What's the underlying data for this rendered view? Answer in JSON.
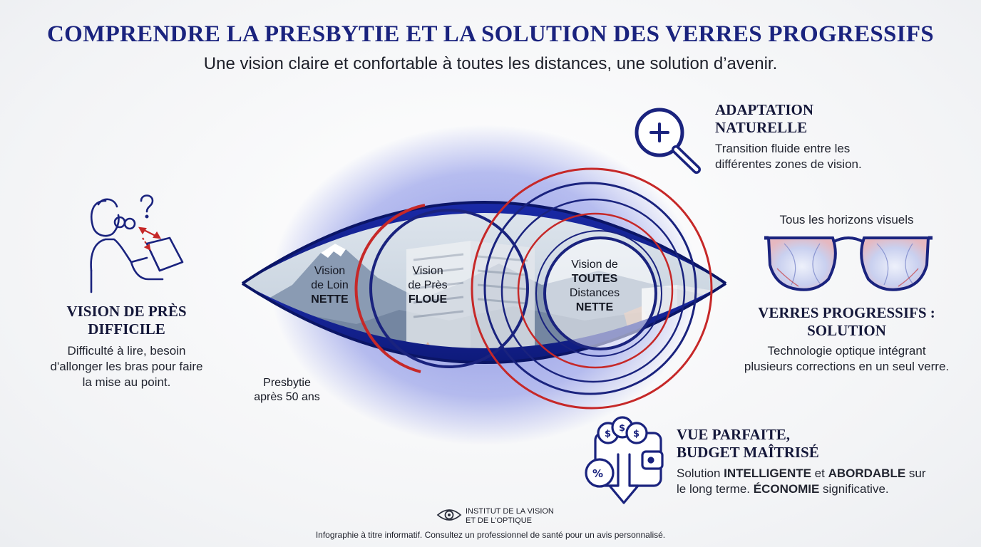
{
  "header": {
    "title": "COMPRENDRE LA PRESBYTIE ET LA SOLUTION DES VERRES PROGRESSIFS",
    "subtitle": "Une vision claire et confortable à toutes les distances, une solution d’avenir."
  },
  "left_panel": {
    "icon": "reading-person-icon",
    "heading_line1": "VISION DE PRÈS",
    "heading_line2": "DIFFICILE",
    "body_line1": "Difficulté à lire, besoin",
    "body_line2": "d'allonger les bras pour faire",
    "body_line3": "la mise au point."
  },
  "eye": {
    "far_line1": "Vision",
    "far_line2": "de Loin",
    "far_line3": "NETTE",
    "near_line1": "Vision",
    "near_line2": "de Près",
    "near_line3": "FLOUE",
    "all_line1": "Vision de",
    "all_line2": "TOUTES",
    "all_line3": "Distances",
    "all_line4": "NETTE",
    "presbytie_line1": "Presbytie",
    "presbytie_line2": "après 50 ans"
  },
  "adaptation": {
    "icon": "magnifier-plus-icon",
    "heading_line1": "ADAPTATION",
    "heading_line2": "NATURELLE",
    "body_line1": "Transition fluide entre les",
    "body_line2": "différentes zones de vision."
  },
  "progressifs": {
    "icon": "glasses-icon",
    "caption": "Tous les horizons visuels",
    "heading_line1": "VERRES PROGRESSIFS :",
    "heading_line2": "SOLUTION",
    "body_line1": "Technologie optique intégrant",
    "body_line2": "plusieurs corrections en un seul verre."
  },
  "budget": {
    "icon": "wallet-savings-icon",
    "heading_line1": "VUE PARFAITE,",
    "heading_line2": "BUDGET MAÎTRISÉ",
    "body_p1": "Solution ",
    "body_b1": "INTELLIGENTE",
    "body_p2": " et ",
    "body_b2": "ABORDABLE",
    "body_p3": " sur",
    "body_p4": "le long terme. ",
    "body_b3": "ÉCONOMIE",
    "body_p5": " significative."
  },
  "footer": {
    "logo_icon": "eye-logo-icon",
    "org_line1": "INSTITUT DE LA VISION",
    "org_line2": "ET DE L'OPTIQUE",
    "disclaimer": "Infographie à titre informatif. Consultez un professionnel de santé pour un avis personnalisé."
  },
  "colors": {
    "navy": "#1a237e",
    "red": "#c62828",
    "text": "#1c1f2a"
  }
}
